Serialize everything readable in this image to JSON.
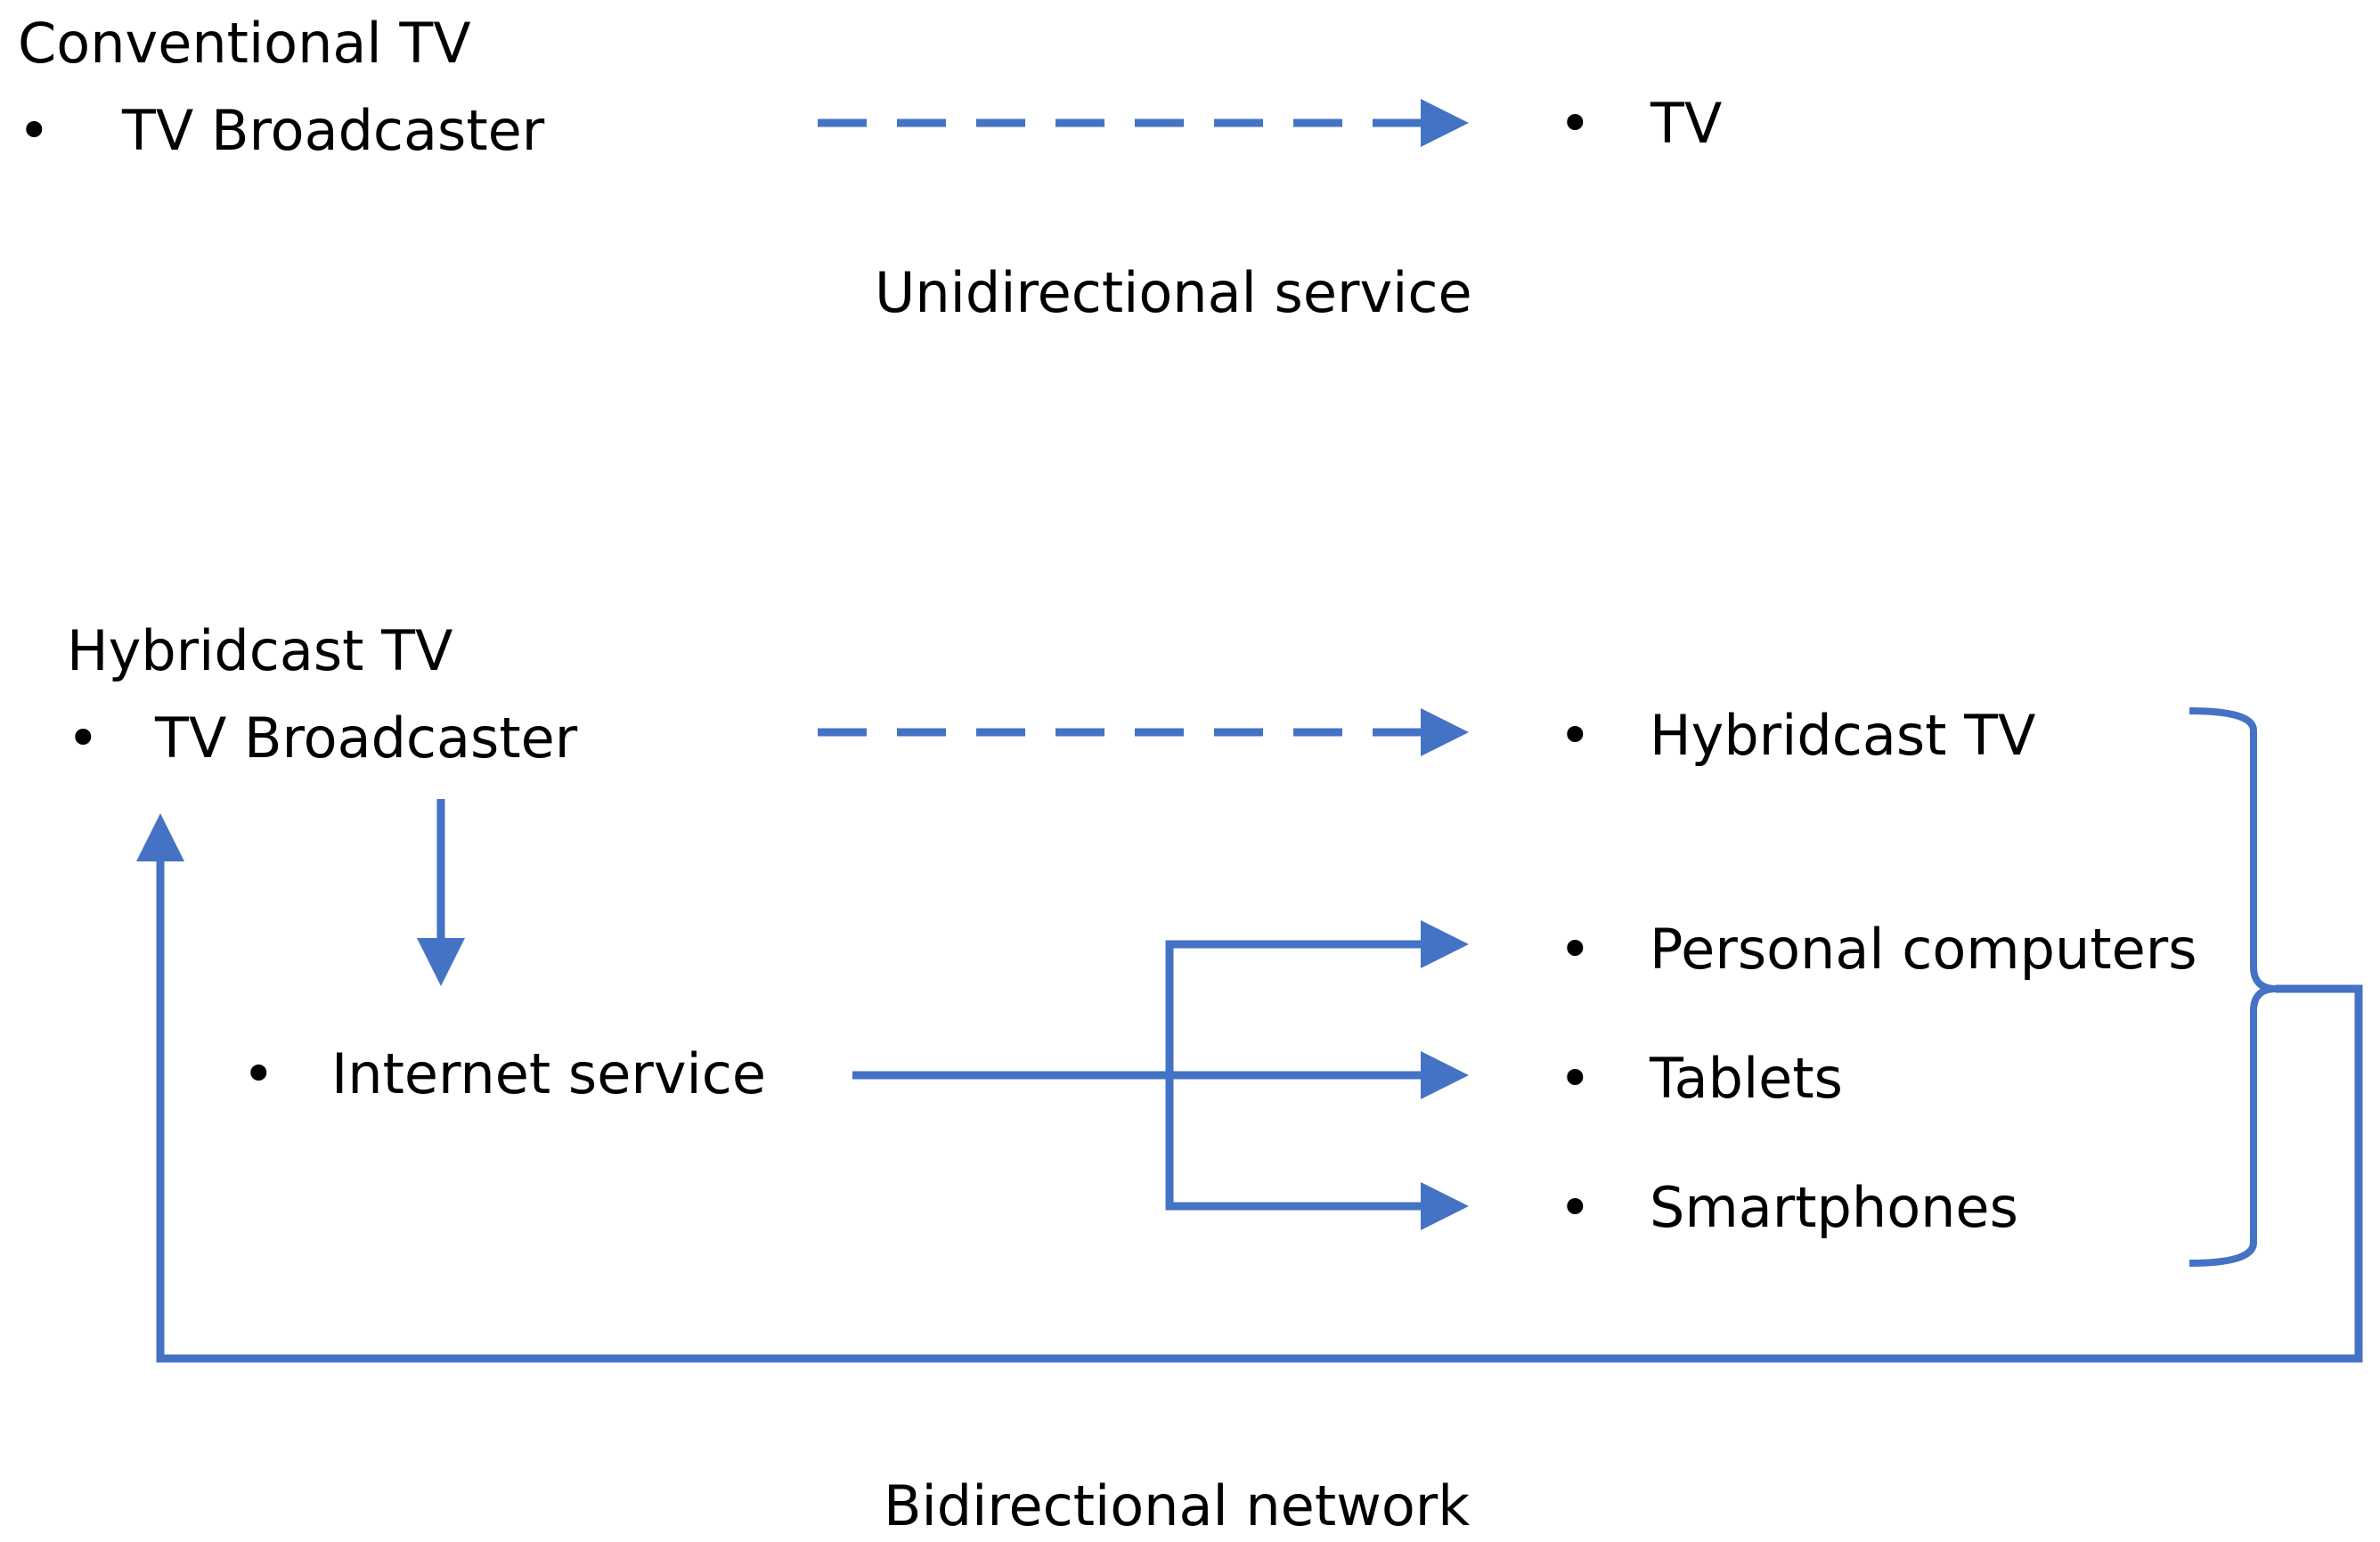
{
  "conventional": {
    "heading": "Conventional TV",
    "source": "TV Broadcaster",
    "target": "TV",
    "caption": "Unidirectional service"
  },
  "hybrid": {
    "heading": "Hybridcast TV",
    "source": "TV Broadcaster",
    "internet": "Internet service",
    "targets": [
      "Hybridcast TV",
      "Personal computers",
      "Tablets",
      "Smartphones"
    ],
    "caption": "Bidirectional network"
  },
  "bullet_char": "•",
  "colors": {
    "arrow": "#4472C4",
    "text": "#000000"
  }
}
